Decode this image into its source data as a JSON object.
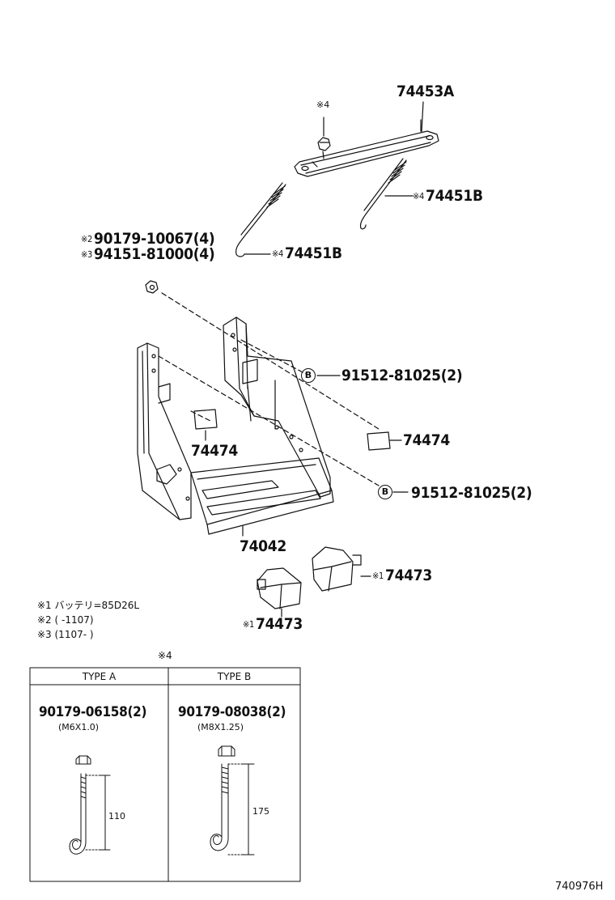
{
  "labels": {
    "p74453A": "74453A",
    "p74451B_a": "74451B",
    "p74451B_b": "74451B",
    "p90179_10067": "90179-10067(4)",
    "p94151_81000": "94151-81000(4)",
    "p91512_a": "91512-81025(2)",
    "p91512_b": "91512-81025(2)",
    "p74474_a": "74474",
    "p74474_b": "74474",
    "p74042": "74042",
    "p74473_a": "74473",
    "p74473_b": "74473",
    "mark4_top": "※4",
    "mark4_a": "※4",
    "mark4_b": "※4",
    "mark2": "※2",
    "mark3": "※3",
    "mark1_a": "※1",
    "mark1_b": "※1",
    "circleB": "B"
  },
  "notes": {
    "n1": "※1 バッテリ=85D26L",
    "n2": "※2 (      -1107)",
    "n3": "※3 (1107-      )",
    "table_mark": "※4"
  },
  "table": {
    "type_a": {
      "header": "TYPE A",
      "part": "90179-06158(2)",
      "spec": "(M6X1.0)",
      "dim": "110"
    },
    "type_b": {
      "header": "TYPE B",
      "part": "90179-08038(2)",
      "spec": "(M8X1.25)",
      "dim": "175"
    }
  },
  "footer": {
    "code": "740976H"
  }
}
